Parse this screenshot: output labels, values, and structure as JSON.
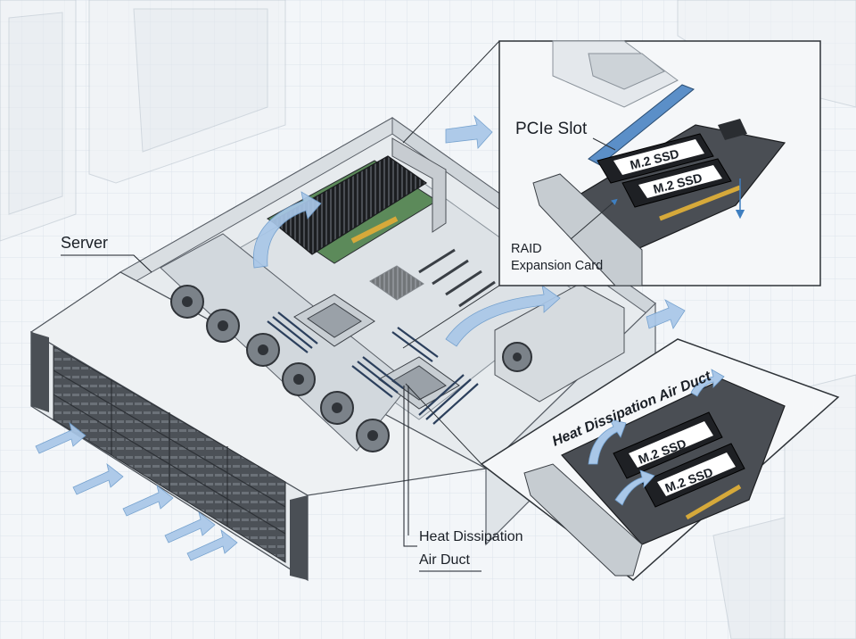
{
  "labels": {
    "server": "Server",
    "pcie_slot": "PCIe Slot",
    "raid_line1": "RAID",
    "raid_line2": "Expansion Card",
    "heat_line1": "Heat Dissipation",
    "heat_line2": "Air Duct"
  },
  "inset_top": {
    "ssd_labels": [
      "M.2 SSD",
      "M.2 SSD"
    ]
  },
  "inset_bottom": {
    "title": "Heat Dissipation Air Duct",
    "ssd_labels": [
      "M.2 SSD",
      "M.2 SSD"
    ]
  },
  "icons": [
    "airflow-arrow-icon",
    "cooling-fan-icon",
    "cpu-heatsink-icon",
    "drive-bay-icon"
  ],
  "colors": {
    "airflow": "#a9c7e8",
    "pcie_slot": "#5b8fc8",
    "raid_card": "#2a2d31",
    "pcb_green": "#5c8a5a",
    "inset_border": "#2e3338",
    "chassis": "#e9edf0",
    "drive_bay": "#3d4248"
  }
}
